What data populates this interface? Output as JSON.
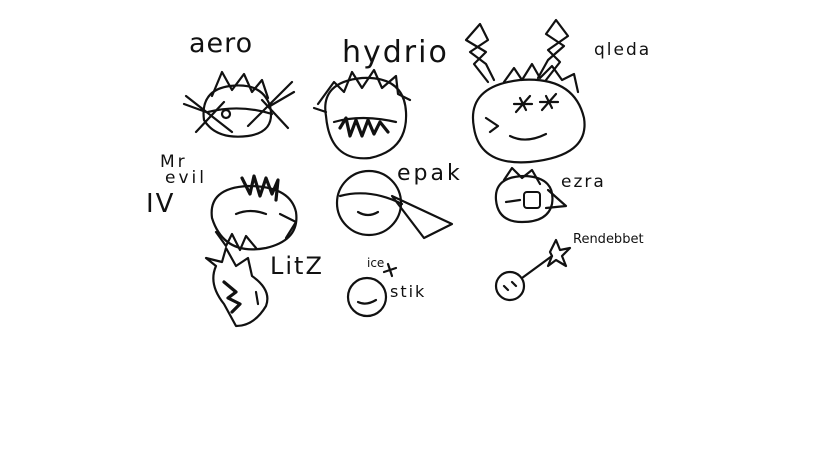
{
  "labels": {
    "aero": "aero",
    "hydrio": "hydrio",
    "qleda": "qleda",
    "mr": "Mr",
    "evil": "evil",
    "iv": "IV",
    "epak": "epak",
    "ezra": "ezra",
    "rendebbet": "Rendebbet",
    "litz": "LitZ",
    "ice": "ice",
    "stik": "stik"
  },
  "colors": {
    "ink": "#111111",
    "background": "#ffffff"
  }
}
